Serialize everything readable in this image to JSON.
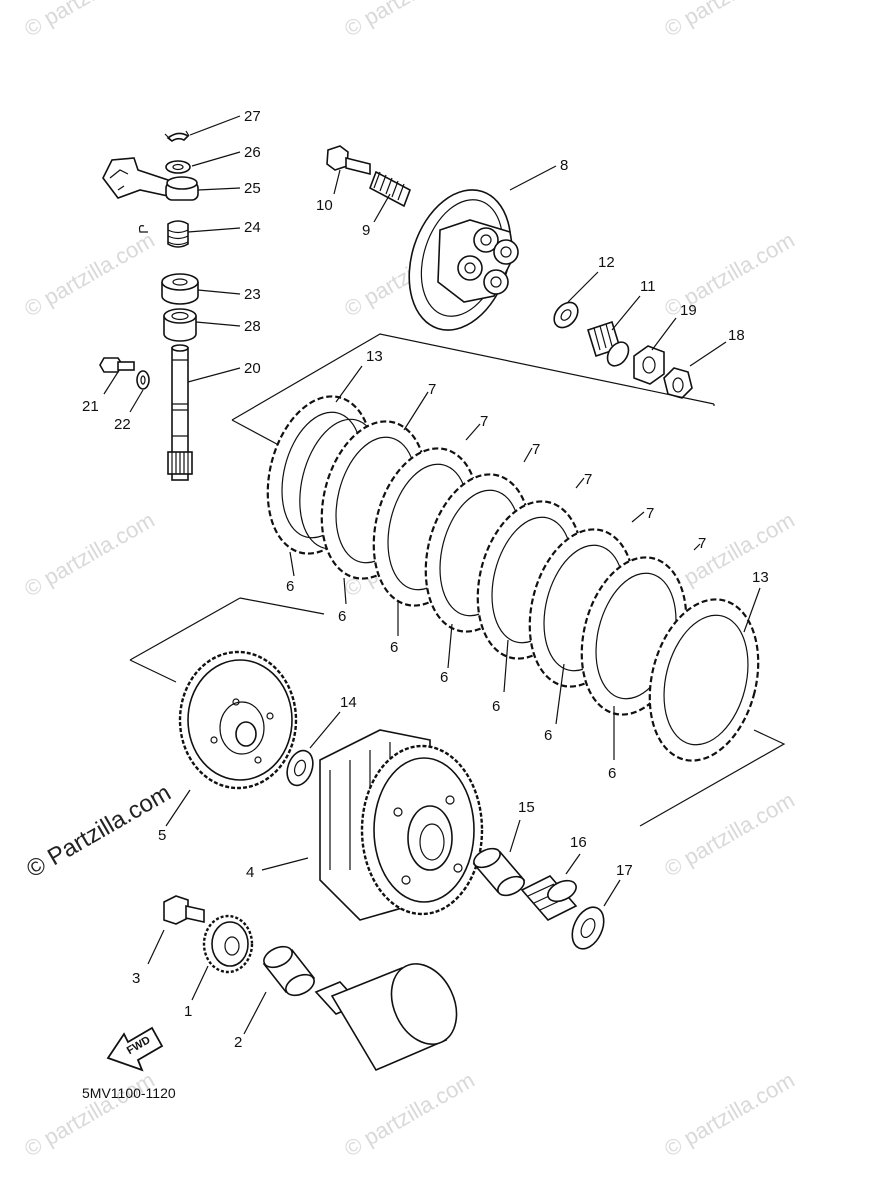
{
  "watermark": {
    "site_text": "© Partzilla.com",
    "site_text_lower": "© partzilla.com"
  },
  "diagram_code": "5MV1100-1120",
  "fwd_label": "FWD",
  "callouts": {
    "c1": "1",
    "c2": "2",
    "c3": "3",
    "c4": "4",
    "c5": "5",
    "c6": "6",
    "c7": "7",
    "c8": "8",
    "c9": "9",
    "c10": "10",
    "c11": "11",
    "c12": "12",
    "c13": "13",
    "c14": "14",
    "c15": "15",
    "c16": "16",
    "c17": "17",
    "c18": "18",
    "c19": "19",
    "c20": "20",
    "c21": "21",
    "c22": "22",
    "c23": "23",
    "c24": "24",
    "c25": "25",
    "c26": "26",
    "c27": "27",
    "c28": "28"
  }
}
